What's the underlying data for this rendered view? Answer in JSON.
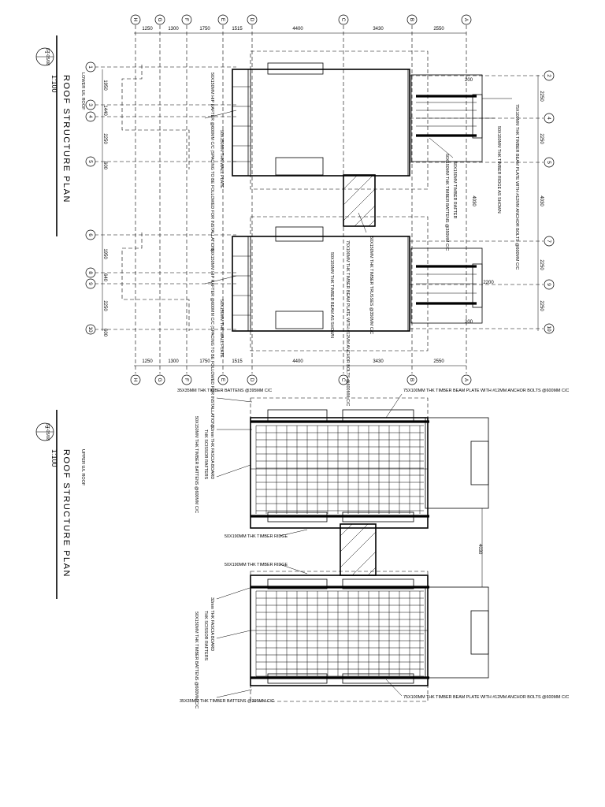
{
  "plan1": {
    "title": "ROOF STRUCTURE PLAN",
    "subtitle": "LOWER U/L ROOF",
    "scale": "1:100",
    "number": "1",
    "sheet": "ST-05/08"
  },
  "plan2": {
    "title": "ROOF STRUCTURE PLAN",
    "subtitle": "UPPER U/L ROOF",
    "scale": "1:100",
    "number": "2",
    "sheet": "ST-05/08"
  },
  "grid": {
    "letters": [
      "H",
      "G",
      "F",
      "E",
      "D",
      "C",
      "B",
      "A"
    ],
    "numbers_left": [
      "1",
      "3",
      "4",
      "5",
      "6",
      "8",
      "9",
      "10"
    ],
    "numbers_right": [
      "2",
      "4",
      "5",
      "7",
      "9",
      "10"
    ]
  },
  "dims": {
    "horizontal": [
      "1250",
      "1300",
      "1750",
      "1515",
      "4400",
      "3430",
      "2550"
    ],
    "left_vertical": [
      "1950",
      "1440",
      "2250",
      "600",
      "1950",
      "640",
      "2250",
      "600"
    ],
    "right_vertical": [
      "2250",
      "2250",
      "2250",
      "2250",
      "4030",
      "4030"
    ],
    "small": [
      "200",
      "200",
      "2200"
    ]
  },
  "notes1": {
    "ridge": "50X150MM THK TIMBER RIDGE AS SHOWN",
    "beam_plate": "75X100MM THK TIMBER BEAM PLATE WITH #12MM ANCHOR BOLTS @600MM C/C",
    "rafter": "50X150MM TIMBER RAFTER",
    "batten": "50X150MM THK TIMBER BATTENS @350MM C/C",
    "hip_upper": "50X150MM HIP RAFTER @600MM C/C (SPACING TO BE FOLLOWED FOR INSTALLATION)",
    "hip_lower": "50X150MM HIP RAFTER @600MM C/C (SPACING TO BE FOLLOWED FOR INSTALLATION)",
    "wall_plate_upper": "50X150MM THK WALL PLATE",
    "wall_plate_lower": "50X150MM THK WALL PLATE",
    "trusses": "50X150MM THK TIMBER TRUSSES @350MM C/C",
    "beam_plate_mid": "75X100MM THK TIMBER BEAM PLATE WITH #12MM ANCHOR BOLTS @600MM C/C",
    "beam_mid": "50X150MM THK TIMBER BEAM AS SHOWN"
  },
  "notes2": {
    "battens_top": "35X35MM THK TIMBER BATTENS @395MM C/C",
    "fascia_top": "32mm THK FASCIA BOARD",
    "scissor_top": "THK SCISSOR RAFTERS",
    "battens_top2": "50X150MM THK TIMBER BATTENS @600MM C/C",
    "ridge_top": "50X190MM THK TIMBER RIDGE",
    "ridge_bottom": "50X190MM THK TIMBER RIDGE",
    "fascia_bottom": "32mm THK FASCIA BOARD",
    "scissor_bottom": "THK SCISSOR RAFTERS",
    "battens_bottom2": "50X150MM THK TIMBER BATTENS @600MM C/C",
    "battens_bottom": "35X35MM THK TIMBER BATTENS @395MM C/C",
    "beam_plate_top": "75X100MM THK TIMBER BEAM PLATE WITH #12MM ANCHOR BOLTS @600MM C/C",
    "beam_plate_bottom": "75X100MM THK TIMBER BEAM PLATE WITH #12MM ANCHOR BOLTS @600MM C/C",
    "dim_4030": "4030"
  }
}
